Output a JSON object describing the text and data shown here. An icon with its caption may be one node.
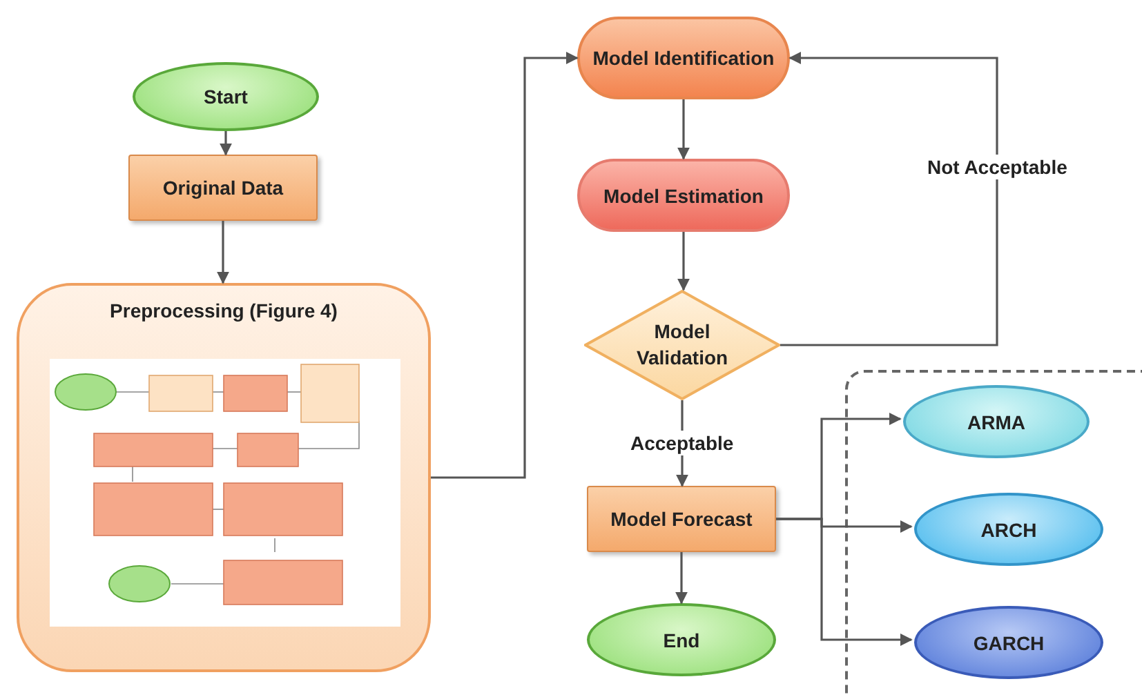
{
  "diagram": {
    "nodes": [
      {
        "text": [
          "Start"
        ]
      },
      {
        "text": [
          "Original Data"
        ]
      },
      {
        "text": [
          "Preprocessing (Figure 4)"
        ]
      },
      {
        "text": [
          "Model Identification"
        ]
      },
      {
        "text": [
          "Model Estimation"
        ]
      },
      {
        "text": [
          "Model Validation"
        ]
      },
      {
        "text": [
          "Model Forecast"
        ]
      },
      {
        "text": [
          "End"
        ]
      },
      {
        "text": [],
        "shape": "box"
      },
      {
        "text": [
          "ARMA"
        ],
        "in": 8
      },
      {
        "text": [
          "ARCH"
        ],
        "in": 8
      },
      {
        "text": [
          "GARCH"
        ],
        "in": 8
      }
    ],
    "edges": [
      {
        "from": 0,
        "to": 1,
        "arrow": "to"
      },
      {
        "from": 1,
        "to": 2,
        "arrow": "to"
      },
      {
        "from": 2,
        "to": 3,
        "arrow": "to"
      },
      {
        "from": 3,
        "to": 4,
        "arrow": "to"
      },
      {
        "from": 4,
        "to": 5,
        "arrow": "to"
      },
      {
        "from": 5,
        "to": 3,
        "arrow": "to",
        "label": "Not Acceptable"
      },
      {
        "from": 5,
        "to": 6,
        "arrow": "to",
        "label": "Acceptable"
      },
      {
        "from": 6,
        "to": 7,
        "arrow": "to"
      },
      {
        "from": 6,
        "to": 9,
        "arrow": "to"
      },
      {
        "from": 6,
        "to": 10,
        "arrow": "to"
      },
      {
        "from": 6,
        "to": 11,
        "arrow": "to"
      }
    ]
  }
}
